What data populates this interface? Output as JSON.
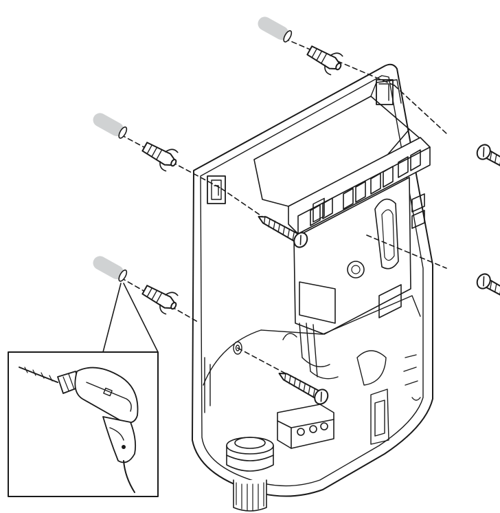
{
  "figure": {
    "kind": "wall-mounting installation diagram",
    "text": []
  },
  "colors": {
    "outline": "#1a1a1a",
    "plug": "#d0d2d3",
    "housing_fill": "#ffffff",
    "paper": "#ffffff"
  },
  "parts": {
    "wall_holes": [
      "hole-top",
      "hole-upper-left",
      "hole-lower-left"
    ],
    "anchors": [
      "anchor-top",
      "anchor-upper-left",
      "anchor-lower-left"
    ],
    "screws": [
      "screw-top-right",
      "screw-center",
      "screw-mid-right",
      "screw-bottom"
    ],
    "inset": "drill-inset"
  }
}
